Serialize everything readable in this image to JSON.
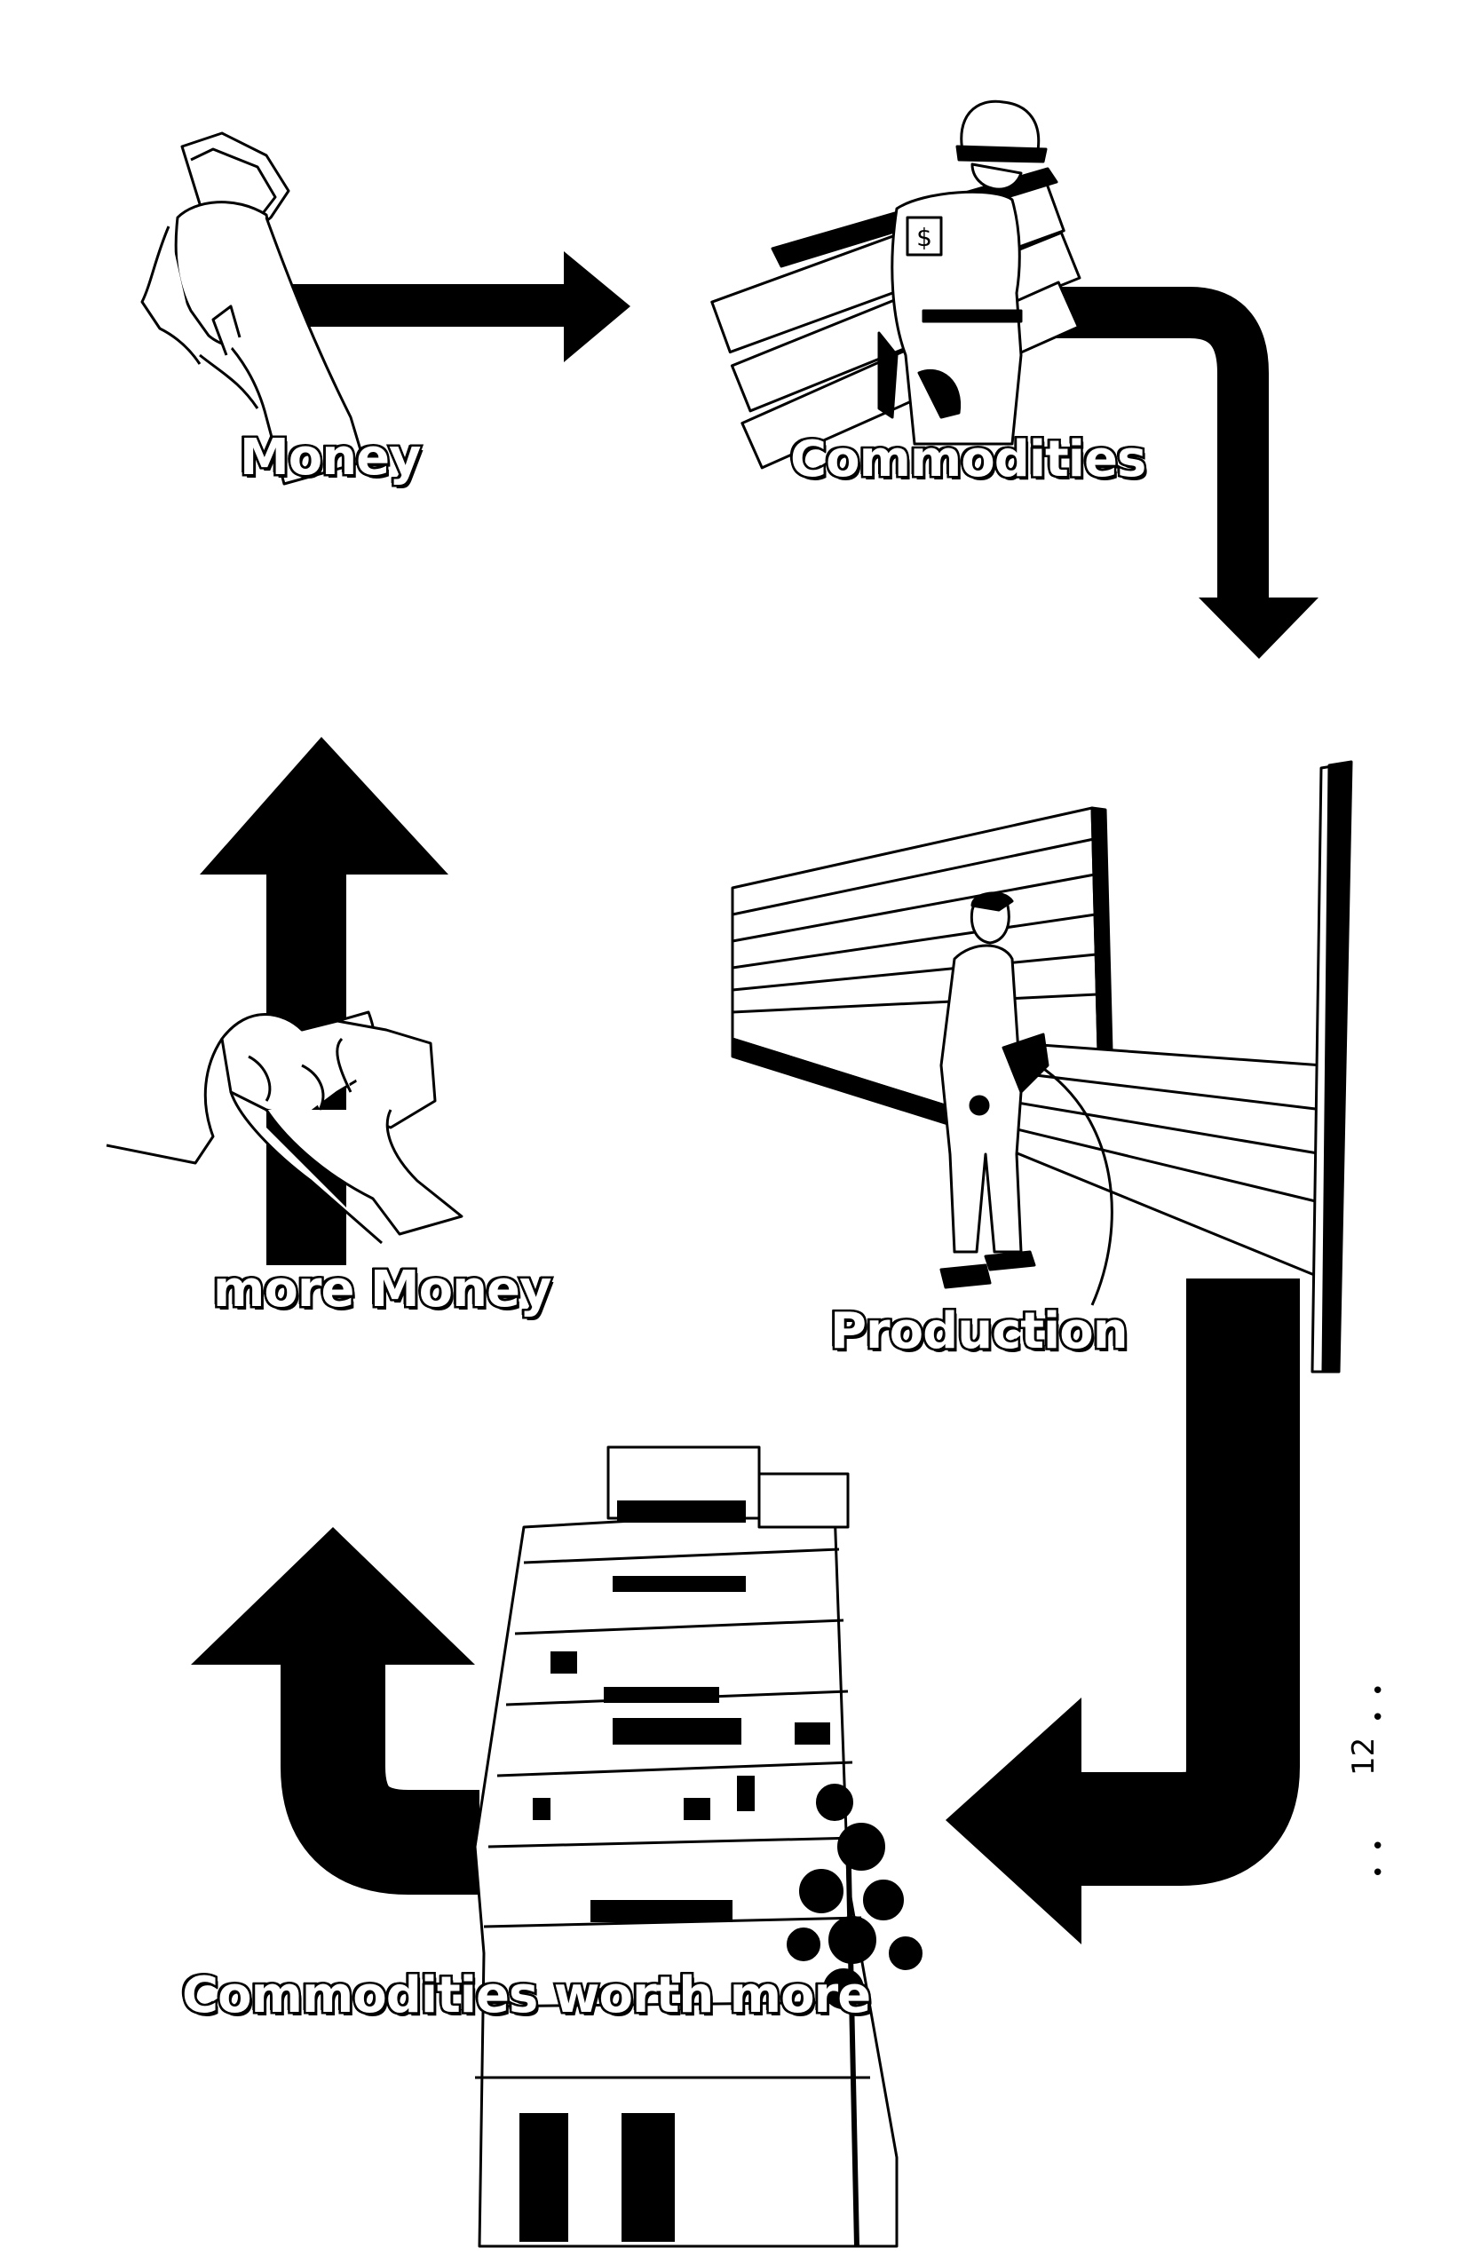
{
  "diagram": {
    "labels": {
      "money": "Money",
      "commodities": "Commodities",
      "production": "Production",
      "more_money": "more Money",
      "commodities_worth_more": "Commodities worth more"
    },
    "page_number": "12",
    "colors": {
      "ink": "#000000",
      "paper": "#ffffff"
    }
  }
}
